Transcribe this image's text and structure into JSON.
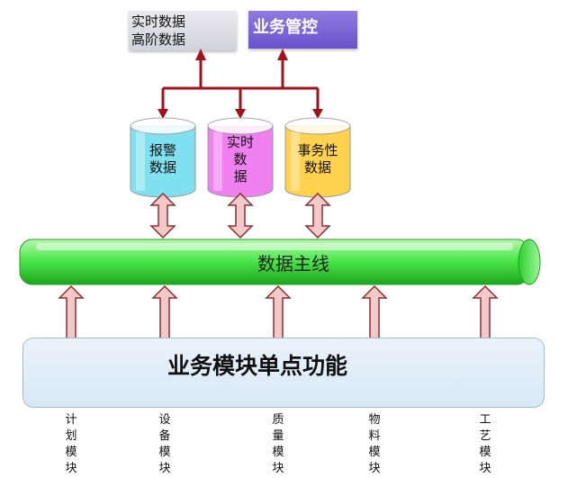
{
  "top_boxes": {
    "data_box_line1": "实时数据",
    "data_box_line2": "高阶数据",
    "control_box": "业务管控"
  },
  "databases": [
    {
      "lines": [
        "报警",
        "数据"
      ],
      "color": "#7fe0f0"
    },
    {
      "lines": [
        "实时",
        "数",
        "据"
      ],
      "color": "#f07ff0"
    },
    {
      "lines": [
        "事务性",
        "数据"
      ],
      "color": "#ffd24d"
    }
  ],
  "bus_label": "数据主线",
  "panel_label": "业务模块单点功能",
  "modules": [
    {
      "chars": [
        "计",
        "划",
        "模",
        "块"
      ]
    },
    {
      "chars": [
        "设",
        "备",
        "模",
        "块"
      ]
    },
    {
      "chars": [
        "质",
        "量",
        "模",
        "块"
      ]
    },
    {
      "chars": [
        "物",
        "料",
        "模",
        "块"
      ]
    },
    {
      "chars": [
        "工",
        "艺",
        "模",
        "块"
      ]
    }
  ],
  "colors": {
    "connector": "#a3121a",
    "bus": "#4ee84e",
    "arrow_fill": "#f2c8c8",
    "arrow_stroke": "#8a3030"
  }
}
